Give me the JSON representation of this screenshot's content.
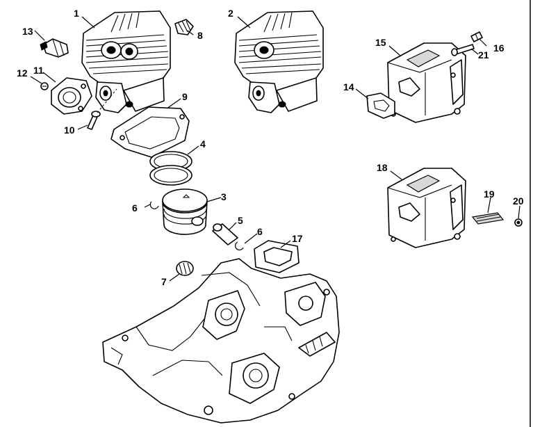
{
  "callouts": [
    {
      "id": "c1",
      "label": "1"
    },
    {
      "id": "c2",
      "label": "2"
    },
    {
      "id": "c3",
      "label": "3"
    },
    {
      "id": "c4",
      "label": "4"
    },
    {
      "id": "c5",
      "label": "5"
    },
    {
      "id": "c6a",
      "label": "6"
    },
    {
      "id": "c6b",
      "label": "6"
    },
    {
      "id": "c7",
      "label": "7"
    },
    {
      "id": "c8",
      "label": "8"
    },
    {
      "id": "c9",
      "label": "9"
    },
    {
      "id": "c10",
      "label": "10"
    },
    {
      "id": "c11",
      "label": "11"
    },
    {
      "id": "c12",
      "label": "12"
    },
    {
      "id": "c13",
      "label": "13"
    },
    {
      "id": "c14",
      "label": "14"
    },
    {
      "id": "c15",
      "label": "15"
    },
    {
      "id": "c16",
      "label": "16"
    },
    {
      "id": "c17",
      "label": "17"
    },
    {
      "id": "c18",
      "label": "18"
    },
    {
      "id": "c19",
      "label": "19"
    },
    {
      "id": "c20",
      "label": "20"
    },
    {
      "id": "c21",
      "label": "21"
    }
  ],
  "colors": {
    "ink": "#000000",
    "paper": "#ffffff"
  }
}
